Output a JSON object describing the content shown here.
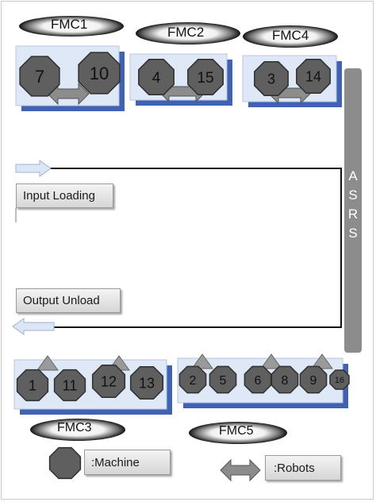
{
  "fmcs": [
    {
      "name": "FMC1",
      "machines": [
        "7",
        "10"
      ]
    },
    {
      "name": "FMC2",
      "machines": [
        "4",
        "15"
      ]
    },
    {
      "name": "FMC4",
      "machines": [
        "3",
        "14"
      ]
    },
    {
      "name": "FMC3",
      "machines": [
        "1",
        "11",
        "12",
        "13"
      ]
    },
    {
      "name": "FMC5",
      "machines": [
        "2",
        "5",
        "6",
        "8",
        "9",
        "16"
      ]
    }
  ],
  "asrs_label": [
    "A",
    "S",
    "R",
    "S"
  ],
  "input_label": "Input Loading",
  "output_label": "Output Unload",
  "legend": {
    "machine_label": ":Machine",
    "robot_label": ":Robots"
  },
  "colors": {
    "machine_fill": "#5f5f5f",
    "cell_panel": "#dfe8f6",
    "cell_shadow": "#3f62b3",
    "asrs": "#8c8c8c",
    "arrow_input": "#dbe7f6"
  }
}
